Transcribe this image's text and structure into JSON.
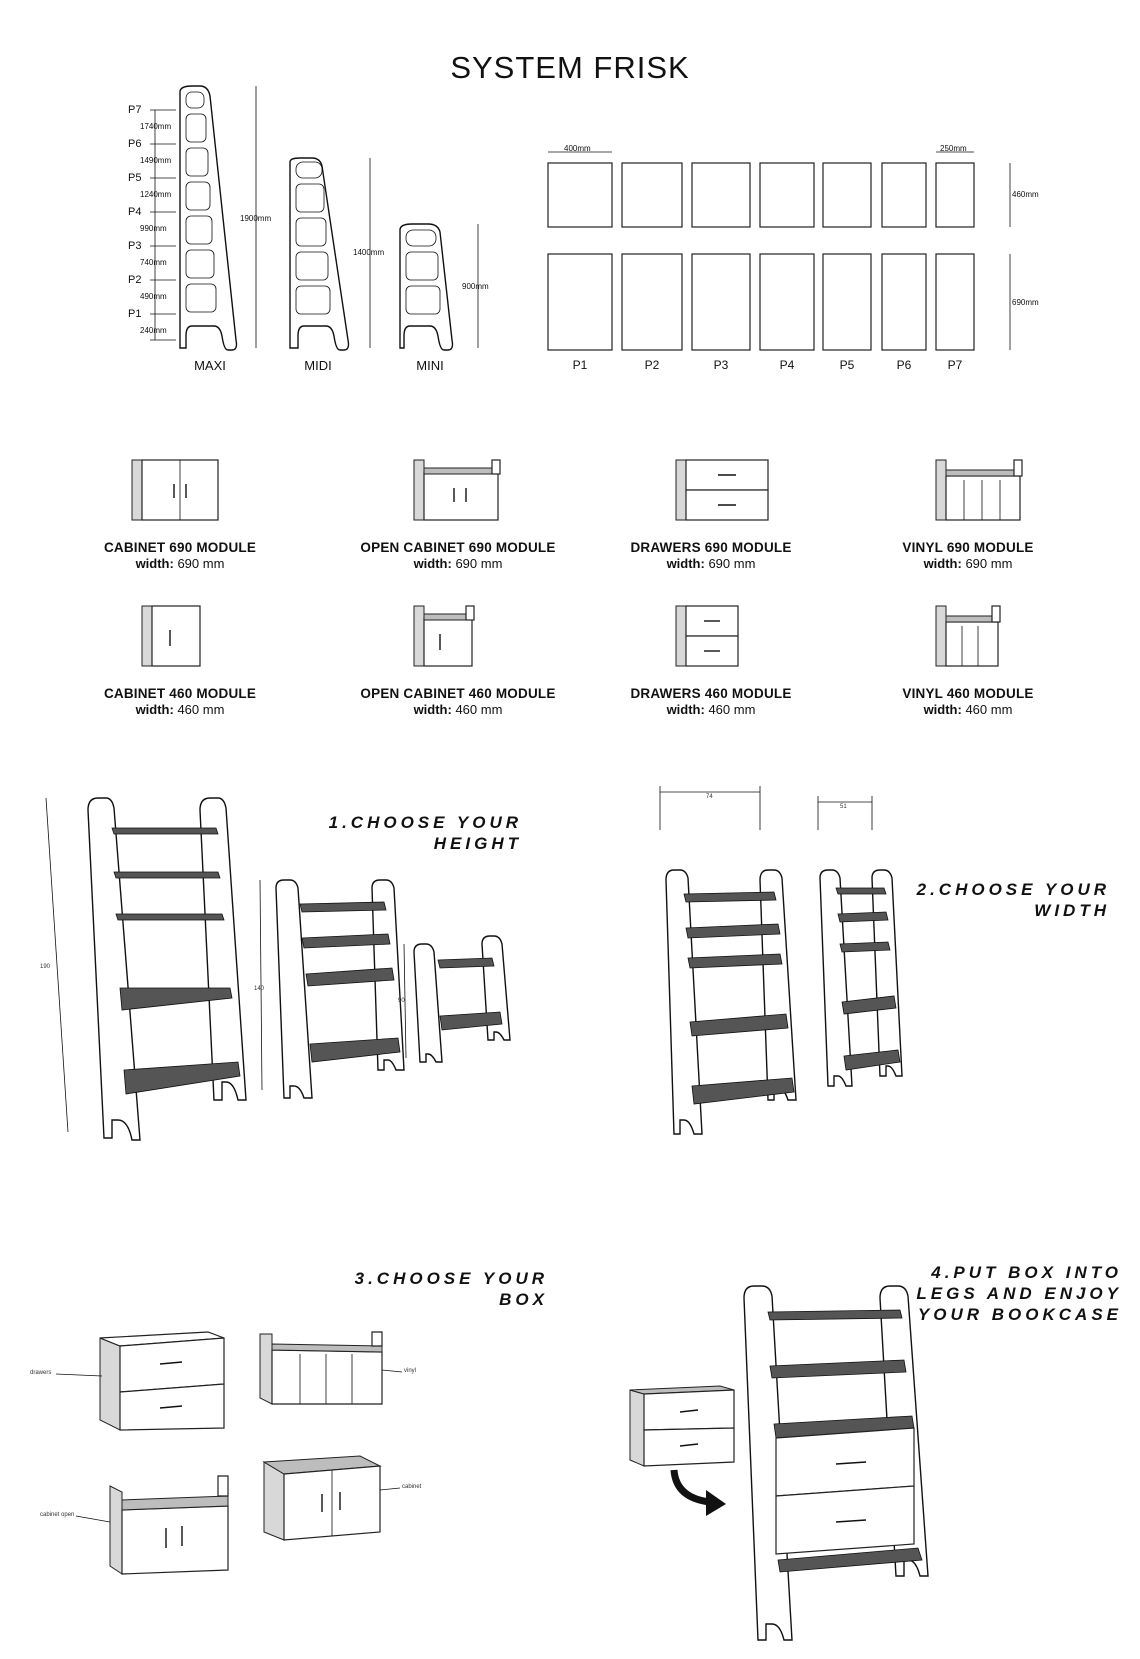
{
  "title": "SYSTEM FRISK",
  "legs": {
    "names": [
      "MAXI",
      "MIDI",
      "MINI"
    ],
    "heights": [
      "1900mm",
      "1400mm",
      "900mm"
    ],
    "positions": [
      "P7",
      "P6",
      "P5",
      "P4",
      "P3",
      "P2",
      "P1"
    ],
    "position_heights": [
      "1740mm",
      "1490mm",
      "1240mm",
      "990mm",
      "740mm",
      "490mm",
      "240mm"
    ]
  },
  "panels": {
    "labels": [
      "P1",
      "P2",
      "P3",
      "P4",
      "P5",
      "P6",
      "P7"
    ],
    "width_top": "400mm",
    "width_narrow": "250mm",
    "height_small": "460mm",
    "height_large": "690mm"
  },
  "modules": [
    {
      "name": "CABINET 690 MODULE",
      "width_label": "width:",
      "width_value": "690 mm"
    },
    {
      "name": "OPEN CABINET 690 MODULE",
      "width_label": "width:",
      "width_value": "690 mm"
    },
    {
      "name": "DRAWERS 690 MODULE",
      "width_label": "width:",
      "width_value": "690 mm"
    },
    {
      "name": "VINYL 690 MODULE",
      "width_label": "width:",
      "width_value": "690 mm"
    },
    {
      "name": "CABINET 460 MODULE",
      "width_label": "width:",
      "width_value": "460 mm"
    },
    {
      "name": "OPEN CABINET 460 MODULE",
      "width_label": "width:",
      "width_value": "460 mm"
    },
    {
      "name": "DRAWERS 460 MODULE",
      "width_label": "width:",
      "width_value": "460 mm"
    },
    {
      "name": "VINYL 460 MODULE",
      "width_label": "width:",
      "width_value": "460 mm"
    }
  ],
  "steps": {
    "step1": [
      "1.CHOOSE YOUR",
      "HEIGHT"
    ],
    "step2": [
      "2.CHOOSE YOUR",
      "WIDTH"
    ],
    "step3": [
      "3.CHOOSE YOUR",
      "BOX"
    ],
    "step4": [
      "4.PUT BOX INTO",
      "LEGS AND ENJOY",
      "YOUR BOOKCASE"
    ]
  },
  "step1_dims": [
    "190",
    "140",
    "90"
  ],
  "step2_dims": [
    "74",
    "51"
  ],
  "step3_labels": [
    "drawers",
    "vinyl",
    "cabinet open",
    "cabinet"
  ]
}
